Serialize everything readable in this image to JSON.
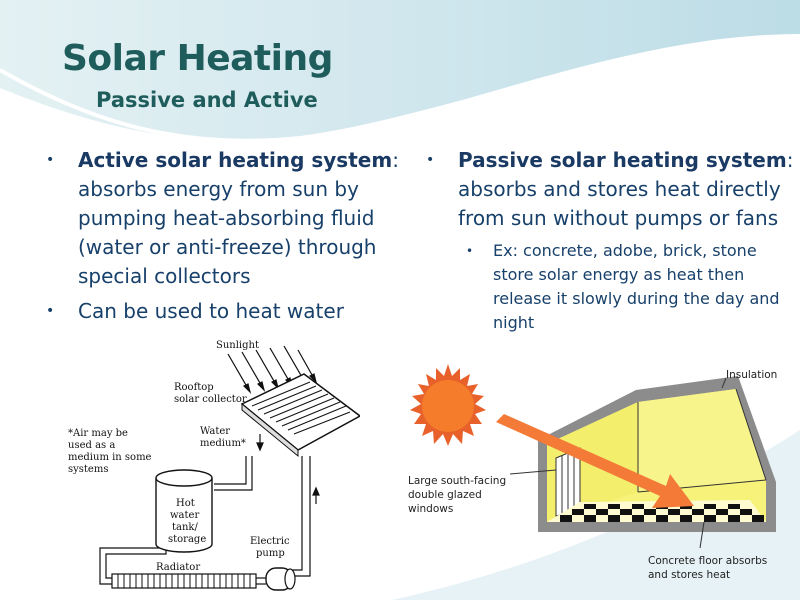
{
  "header": {
    "title": "Solar Heating",
    "subtitle": "Passive and Active"
  },
  "left_column": {
    "bullets": [
      {
        "bold": "Active solar heating system",
        "colon": ":",
        "text": "absorbs energy from sun by pumping heat-absorbing fluid (water or anti-freeze) through special collectors"
      },
      {
        "text": "Can be used to heat water"
      }
    ]
  },
  "right_column": {
    "bullets": [
      {
        "bold": "Passive solar heating system",
        "colon": ":",
        "text": "absorbs and stores heat directly from sun without pumps or fans"
      }
    ],
    "sub_bullets": [
      {
        "text": "Ex: concrete, adobe, brick, stone store solar energy as heat then release it slowly during the day and night"
      }
    ]
  },
  "active_diagram": {
    "labels": {
      "sunlight": "Sunlight",
      "rooftop_1": "Rooftop",
      "rooftop_2": "solar collector",
      "note_1": "*Air may be",
      "note_2": "used as a",
      "note_3": "medium in some",
      "note_4": "systems",
      "water_1": "Water",
      "water_2": "medium*",
      "tank_1": "Hot",
      "tank_2": "water",
      "tank_3": "tank/",
      "tank_4": "storage",
      "pump_1": "Electric",
      "pump_2": "pump",
      "radiator": "Radiator"
    }
  },
  "passive_diagram": {
    "labels": {
      "insulation": "Insulation",
      "windows_1": "Large south-facing",
      "windows_2": "double glazed",
      "windows_3": "windows",
      "floor_1": "Concrete floor absorbs",
      "floor_2": "and stores heat"
    },
    "colors": {
      "sun": "#f57c2a",
      "arrow": "#f47a38",
      "room": "#f6f27a",
      "wall": "#8c8c8c"
    }
  },
  "theme": {
    "text": "#17406a",
    "title": "#1f5c5c"
  }
}
